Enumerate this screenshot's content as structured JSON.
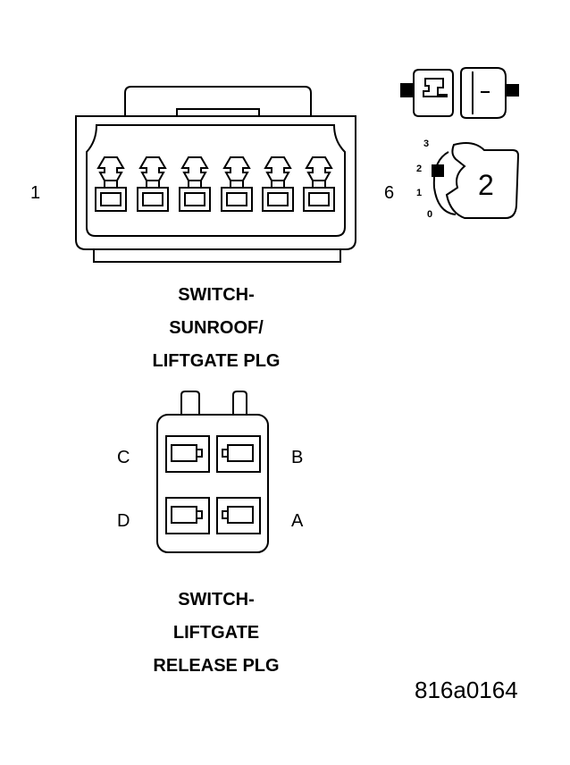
{
  "connector1": {
    "pin_first": "1",
    "pin_last": "6",
    "caption": [
      "SWITCH-",
      "SUNROOF/",
      "LIFTGATE PLG"
    ]
  },
  "key_icon": {
    "positions": [
      "3",
      "2",
      "1",
      "0"
    ],
    "key_number": "2"
  },
  "connector2": {
    "pin_c": "C",
    "pin_b": "B",
    "pin_d": "D",
    "pin_a": "A",
    "caption": [
      "SWITCH-",
      "LIFTGATE",
      "RELEASE PLG"
    ]
  },
  "figure_id": "816a0164"
}
